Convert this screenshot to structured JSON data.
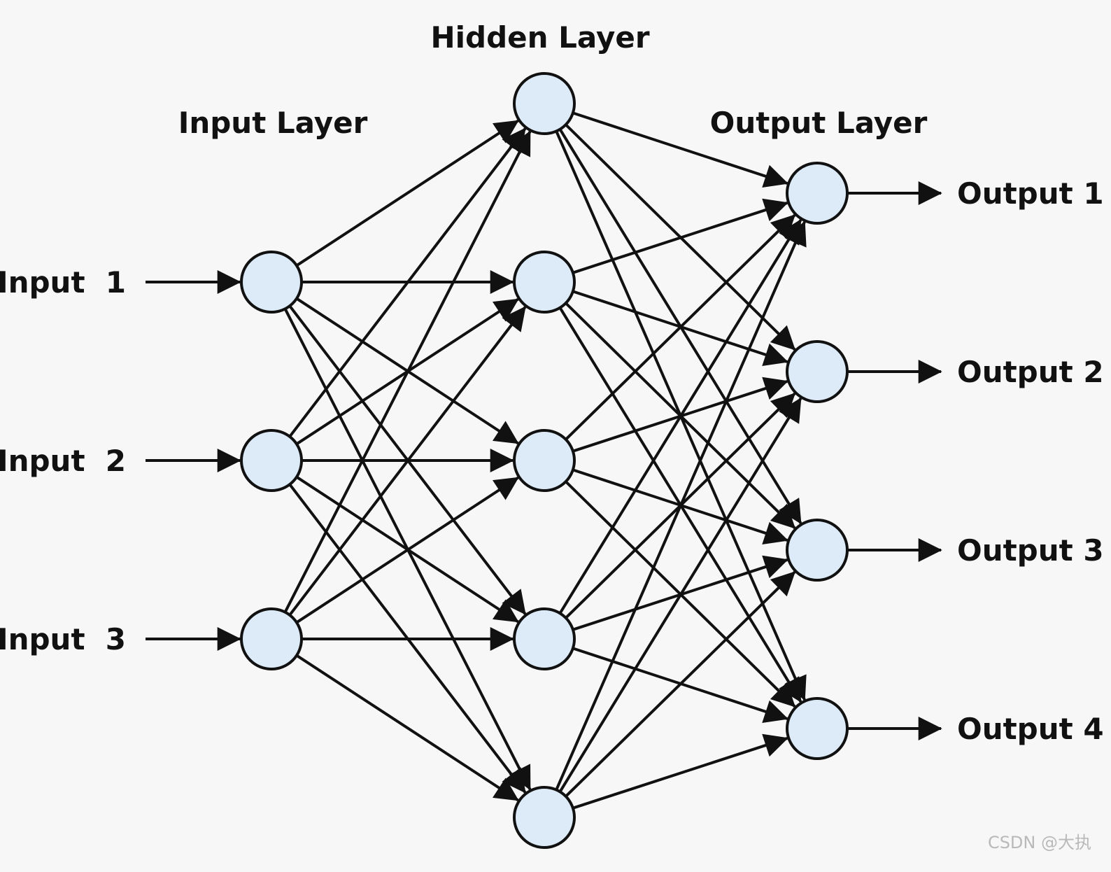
{
  "titles": {
    "input_layer": "Input Layer",
    "hidden_layer": "Hidden Layer",
    "output_layer": "Output Layer"
  },
  "inputs": [
    "Input  1",
    "Input  2",
    "Input  3"
  ],
  "outputs": [
    "Output 1",
    "Output 2",
    "Output 3",
    "Output 4"
  ],
  "watermark": "CSDN @大执",
  "colors": {
    "node_fill": "#dcebf7",
    "stroke": "#111111",
    "background": "#f7f7f7"
  },
  "topology": {
    "input_nodes": 3,
    "hidden_nodes": 5,
    "output_nodes": 4,
    "fully_connected": true
  }
}
